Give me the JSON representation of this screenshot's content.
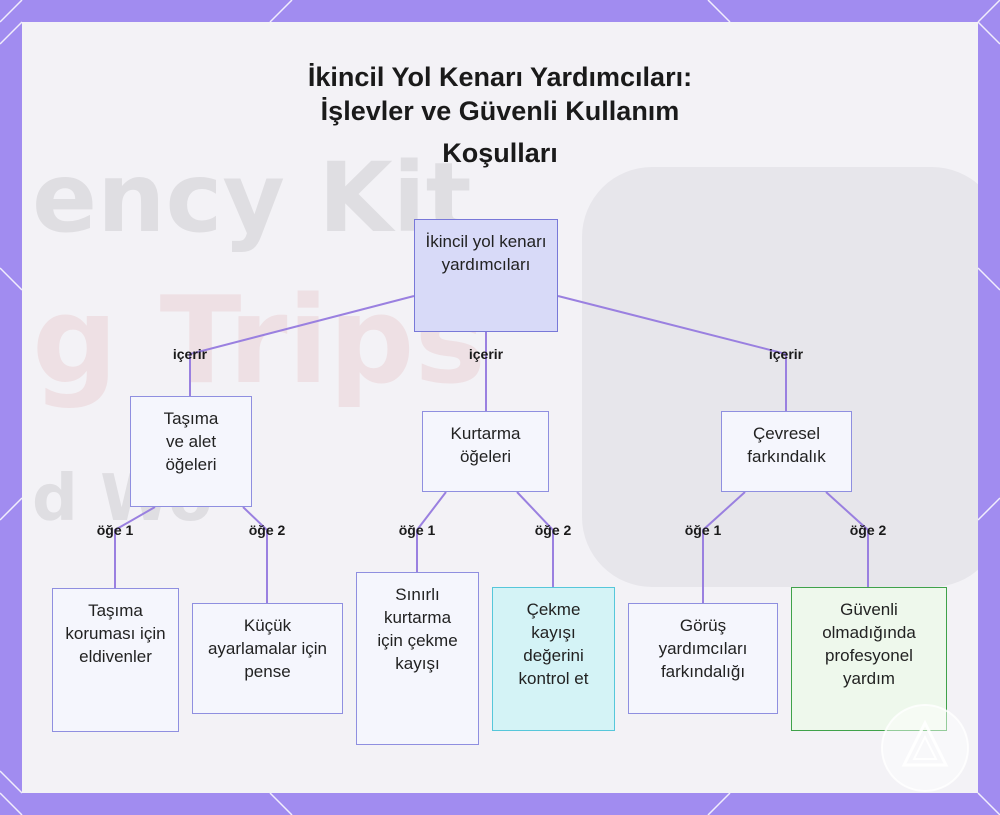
{
  "title": {
    "line1": "İkincil Yol Kenarı Yardımcıları:",
    "line2": "İşlevler ve Güvenli Kullanım",
    "line3": "Koşulları"
  },
  "background": {
    "text1": "ency Kit",
    "text2": "g Trips",
    "text3": "d Wo"
  },
  "nodes": {
    "root": {
      "label": "İkincil yol kenarı yardımcıları"
    },
    "carry": {
      "label": "Taşıma ve alet öğeleri"
    },
    "rescue": {
      "label": "Kurtarma öğeleri"
    },
    "env": {
      "label": "Çevresel farkındalık"
    },
    "gloves": {
      "label": "Taşıma koruması için eldivenler"
    },
    "pliers": {
      "label": "Küçük ayarlamalar için pense"
    },
    "towstrap": {
      "label": "Sınırlı kurtarma için çekme kayışı"
    },
    "checkstrap": {
      "label": "Çekme kayışı değerini kontrol et"
    },
    "visibility": {
      "label": "Görüş yardımcıları farkındalığı"
    },
    "prohelp": {
      "label": "Güvenli olmadığında profesyonel yardım"
    }
  },
  "edges": {
    "contains": "içerir",
    "item1": "öğe 1",
    "item2": "öğe 2"
  },
  "colors": {
    "frame": "#a18cf0",
    "edge": "#9a80e0",
    "node_border": "#8f8fe0",
    "root_fill": "#d8daf8",
    "leaf_blue_border": "#56c7da",
    "leaf_green_border": "#3fa24a"
  }
}
